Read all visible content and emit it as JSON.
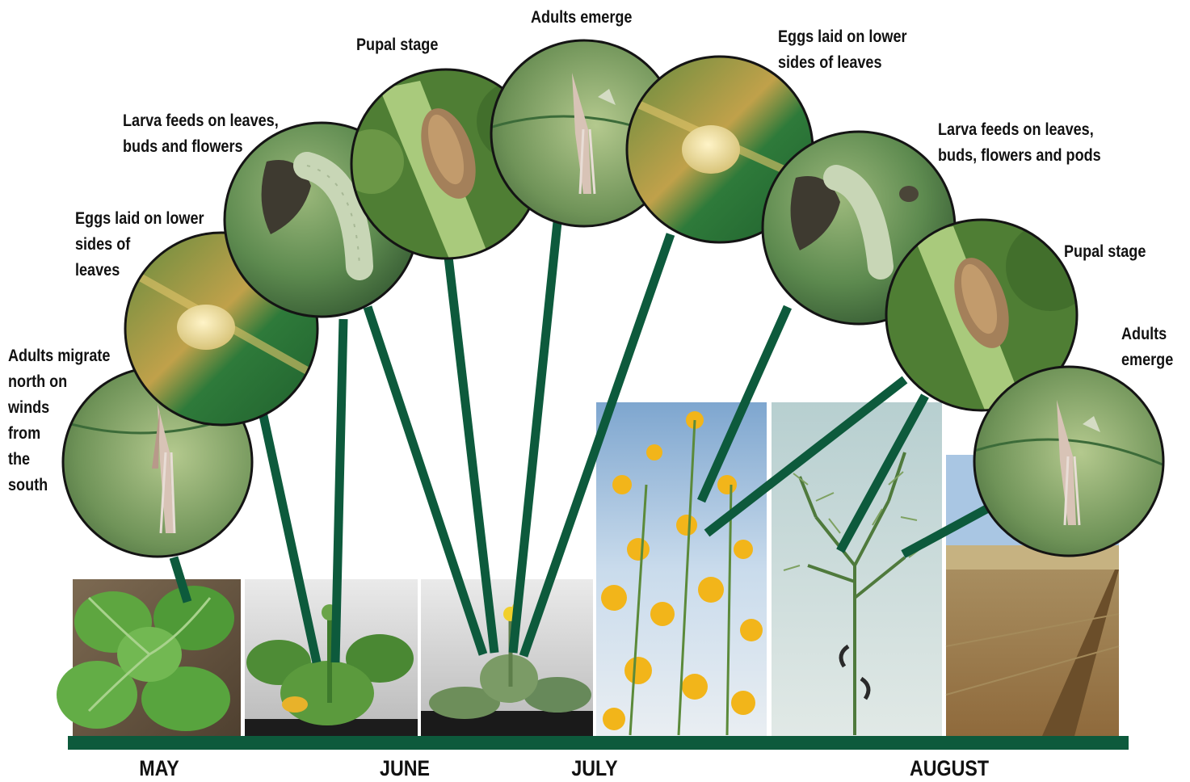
{
  "stages": [
    {
      "id": "adult-migrate",
      "label": "Adults migrate\nnorth on\nwinds\nfrom\nthe\nsouth",
      "subject": "adult-moth"
    },
    {
      "id": "eggs-1",
      "label": "Eggs laid on lower\nsides of\nleaves",
      "subject": "egg"
    },
    {
      "id": "larva-1",
      "label": "Larva feeds on leaves,\nbuds and flowers",
      "subject": "larva"
    },
    {
      "id": "pupa-1",
      "label": "Pupal stage",
      "subject": "pupa"
    },
    {
      "id": "adult-1",
      "label": "Adults emerge",
      "subject": "adult-moth"
    },
    {
      "id": "eggs-2",
      "label": "Eggs laid on lower\nsides of leaves",
      "subject": "egg"
    },
    {
      "id": "larva-2",
      "label": "Larva feeds on leaves,\nbuds, flowers and pods",
      "subject": "larva"
    },
    {
      "id": "pupa-2",
      "label": "Pupal stage",
      "subject": "pupa"
    },
    {
      "id": "adult-2",
      "label": "Adults\nemerge",
      "subject": "adult-moth"
    }
  ],
  "crop_stages": [
    {
      "id": "seedling",
      "subject": "canola-rosette"
    },
    {
      "id": "bolting",
      "subject": "canola-bolting"
    },
    {
      "id": "early-flower",
      "subject": "canola-bud"
    },
    {
      "id": "flowering",
      "subject": "canola-yellow-flowers"
    },
    {
      "id": "podding",
      "subject": "canola-pods"
    },
    {
      "id": "swathed",
      "subject": "harvested-field"
    }
  ],
  "months": [
    "MAY",
    "JUNE",
    "JULY",
    "AUGUST"
  ],
  "colors": {
    "timeline": "#0d5a3c",
    "leaf_dark": "#3f6b3d",
    "leaf_light": "#86a865",
    "egg": "#ead88a",
    "larva": "#c6d3b2",
    "pupa": "#a4805a",
    "moth": "#cdb7aa",
    "canola_yellow": "#f2b51a",
    "sky": "#a9c6e3"
  }
}
